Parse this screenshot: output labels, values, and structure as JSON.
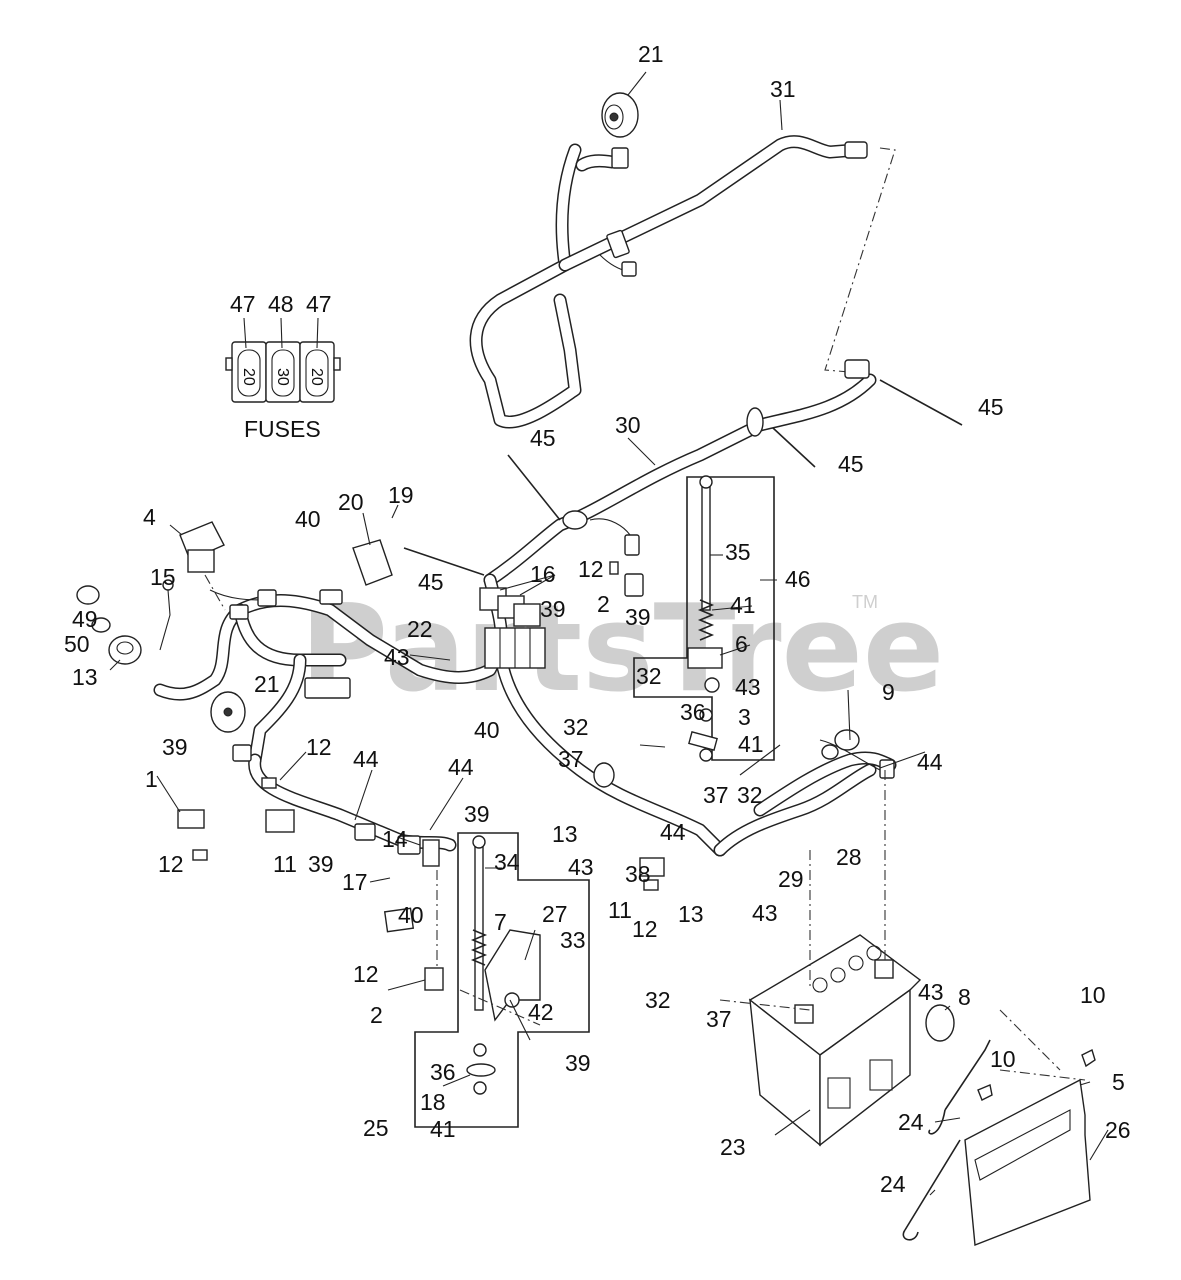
{
  "watermark": {
    "text": "PartsTree",
    "tm": "TM"
  },
  "fuses": {
    "caption": "FUSES",
    "items": [
      {
        "callout": "47",
        "rating": "20"
      },
      {
        "callout": "48",
        "rating": "30"
      },
      {
        "callout": "47",
        "rating": "20"
      }
    ]
  },
  "callouts": [
    "21",
    "31",
    "45",
    "30",
    "45",
    "45",
    "19",
    "20",
    "40",
    "4",
    "45",
    "16",
    "39",
    "12",
    "2",
    "39",
    "35",
    "41",
    "46",
    "6",
    "43",
    "32",
    "15",
    "49",
    "50",
    "22",
    "43",
    "13",
    "21",
    "40",
    "36",
    "3",
    "41",
    "9",
    "32",
    "37",
    "44",
    "39",
    "1",
    "12",
    "44",
    "44",
    "12",
    "11",
    "39",
    "14",
    "39",
    "17",
    "40",
    "12",
    "34",
    "27",
    "7",
    "33",
    "13",
    "43",
    "38",
    "11",
    "12",
    "13",
    "44",
    "37",
    "32",
    "29",
    "28",
    "43",
    "2",
    "42",
    "36",
    "39",
    "18",
    "41",
    "25",
    "32",
    "37",
    "43",
    "8",
    "10",
    "5",
    "10",
    "24",
    "23",
    "26",
    "24"
  ],
  "colors": {
    "line": "#222222",
    "watermark": "#cfcfcf"
  }
}
